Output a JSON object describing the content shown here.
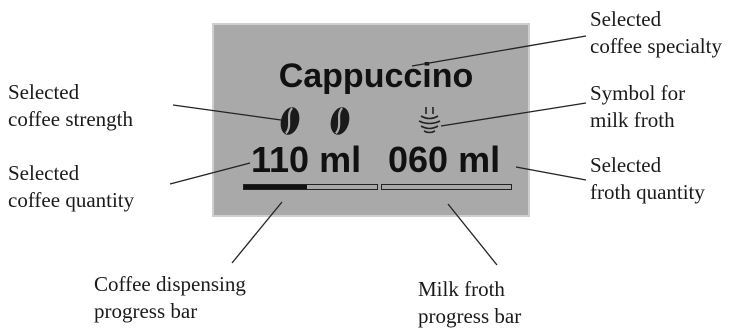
{
  "display": {
    "specialty": "Cappuccino",
    "coffee_quantity": "110 ml",
    "froth_quantity": "060 ml",
    "coffee_strength_beans": 2,
    "coffee_progress": 0.47,
    "froth_progress": 0.0
  },
  "labels": {
    "selected_coffee_strength": [
      "Selected",
      "coffee strength"
    ],
    "selected_coffee_quantity": [
      "Selected",
      "coffee quantity"
    ],
    "selected_coffee_specialty": [
      "Selected",
      "coffee specialty"
    ],
    "symbol_milk_froth": [
      "Symbol for",
      "milk froth"
    ],
    "selected_froth_quantity": [
      "Selected",
      "froth quantity"
    ],
    "coffee_dispensing_progress_bar": [
      "Coffee dispensing",
      "progress bar"
    ],
    "milk_froth_progress_bar": [
      "Milk froth",
      "progress bar"
    ]
  },
  "icons": {
    "strength": "coffee-bean-icon",
    "milk": "milk-froth-icon"
  },
  "colors": {
    "display_background": "#a9a9a9",
    "display_border": "#cfcfcf",
    "text": "#111111"
  }
}
